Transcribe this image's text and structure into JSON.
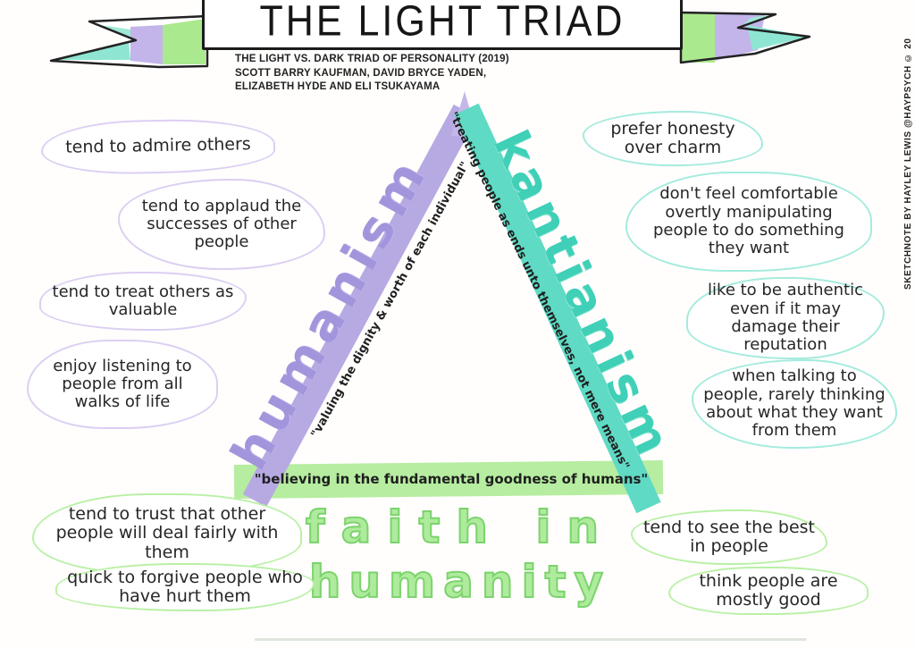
{
  "banner": {
    "title": "THE LIGHT TRIAD",
    "subtitle_lines": [
      "THE LIGHT VS. DARK TRIAD OF PERSONALITY (2019)",
      "SCOTT BARRY KAUFMAN, DAVID BRYCE YADEN,",
      "ELIZABETH HYDE AND ELI TSUKAYAMA"
    ]
  },
  "credit": "SKETCHNOTE BY HAYLEY LEWIS @HAYPSYCH © 20",
  "triangle": {
    "left_label": "humanism",
    "left_quote": "\"valuing the dignity & worth of each individual\"",
    "right_label": "kantianism",
    "right_quote": "\"treating people as ends unto themselves, not mere means\"",
    "bottom_quote": "\"believing in the fundamental goodness of humans\"",
    "bottom_label_line1": "faith in",
    "bottom_label_line2": "humanity"
  },
  "traits": {
    "humanism": [
      "tend to admire others",
      "tend to applaud the successes of other people",
      "tend to treat others as valuable",
      "enjoy listening to people from all walks of life"
    ],
    "kantianism": [
      "prefer honesty over charm",
      "don't feel comfortable overtly manipulating people to do something they want",
      "like to be authentic even if it may damage their reputation",
      "when talking to people, rarely thinking about what they want from them"
    ],
    "faith_in_humanity": [
      "tend to trust that other people will deal fairly with them",
      "quick to forgive people who have hurt them",
      "tend to see the best in people",
      "think people are mostly good"
    ]
  },
  "colors": {
    "purple_band": "#b7aae2",
    "teal_band": "#5fdac4",
    "green_band": "#b6eda0",
    "purple_outline": "#dccff2",
    "teal_outline": "#a4ebdd",
    "green_outline": "#b9f0a6",
    "ink": "#2b2b2b"
  }
}
